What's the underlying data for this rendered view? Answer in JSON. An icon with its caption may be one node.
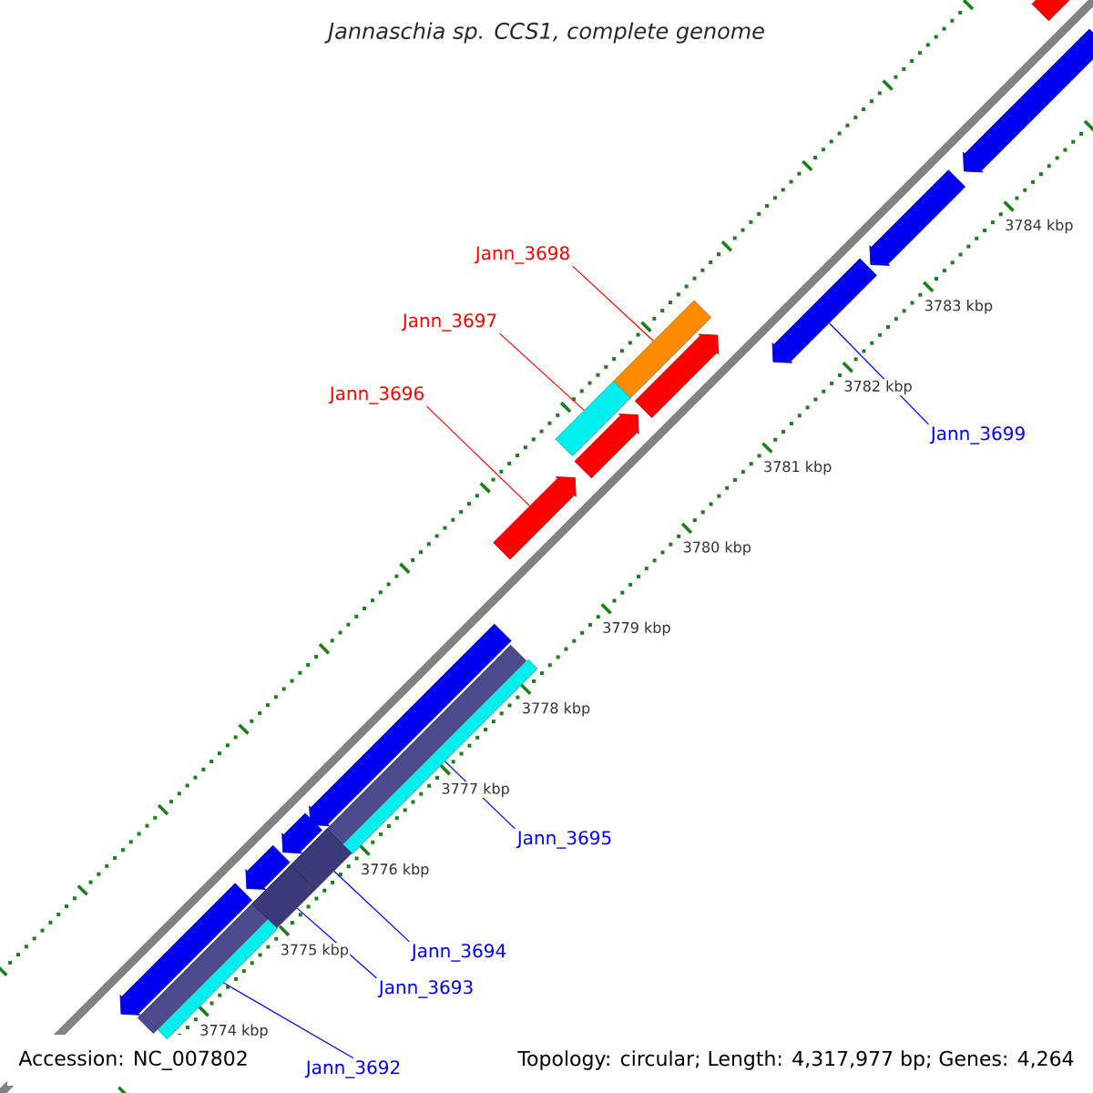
{
  "diagram": {
    "title": "Jannaschia sp. CCS1, complete genome",
    "nodes": [
      {
        "text": [
          "Jann_3698"
        ]
      },
      {
        "text": [
          "Jann_3697"
        ]
      },
      {
        "text": [
          "Jann_3696"
        ]
      },
      {
        "text": [
          "Jann_3699"
        ]
      },
      {
        "text": [
          "Jann_3695"
        ]
      },
      {
        "text": [
          "Jann_3694"
        ]
      },
      {
        "text": [
          "Jann_3693"
        ]
      },
      {
        "text": [
          "Jann_3692"
        ]
      },
      {
        "text": [],
        "shape": "box"
      },
      {
        "text": [],
        "shape": "box"
      },
      {
        "text": [],
        "shape": "pentagon"
      },
      {
        "text": [],
        "shape": "pentagon"
      },
      {
        "text": [],
        "shape": "box"
      },
      {
        "text": [],
        "shape": "box"
      },
      {
        "text": [],
        "shape": "box"
      },
      {
        "text": [],
        "shape": "box"
      },
      {
        "text": [],
        "shape": "pentagon"
      },
      {
        "text": [],
        "shape": "pentagon"
      },
      {
        "text": [],
        "shape": "pentagon"
      },
      {
        "text": [],
        "shape": "pentagon"
      },
      {
        "text": [],
        "shape": "pentagon"
      }
    ],
    "edges": [
      {
        "from": 0,
        "to": 8,
        "arrow": "none",
        "color": "#ff0000"
      },
      {
        "from": 1,
        "to": 9,
        "arrow": "none",
        "color": "#ff0000"
      },
      {
        "from": 2,
        "to": 10,
        "arrow": "none",
        "color": "#ff0000"
      },
      {
        "from": 3,
        "to": 11,
        "arrow": "none"
      },
      {
        "from": 4,
        "to": 12,
        "arrow": "none"
      },
      {
        "from": 5,
        "to": 13,
        "arrow": "none"
      },
      {
        "from": 6,
        "to": 14,
        "arrow": "none"
      },
      {
        "from": 7,
        "to": 15,
        "arrow": "none"
      }
    ],
    "labels": [
      "3784 kbp",
      "3783 kbp",
      "3782 kbp",
      "3781 kbp",
      "3780 kbp",
      "3779 kbp",
      "3778 kbp",
      "3777 kbp",
      "3776 kbp",
      "3775 kbp",
      "3774 kbp",
      "Accession: NC_007802",
      "Topology: circular; Length: 4,317,977 bp; Genes: 4,264"
    ]
  }
}
